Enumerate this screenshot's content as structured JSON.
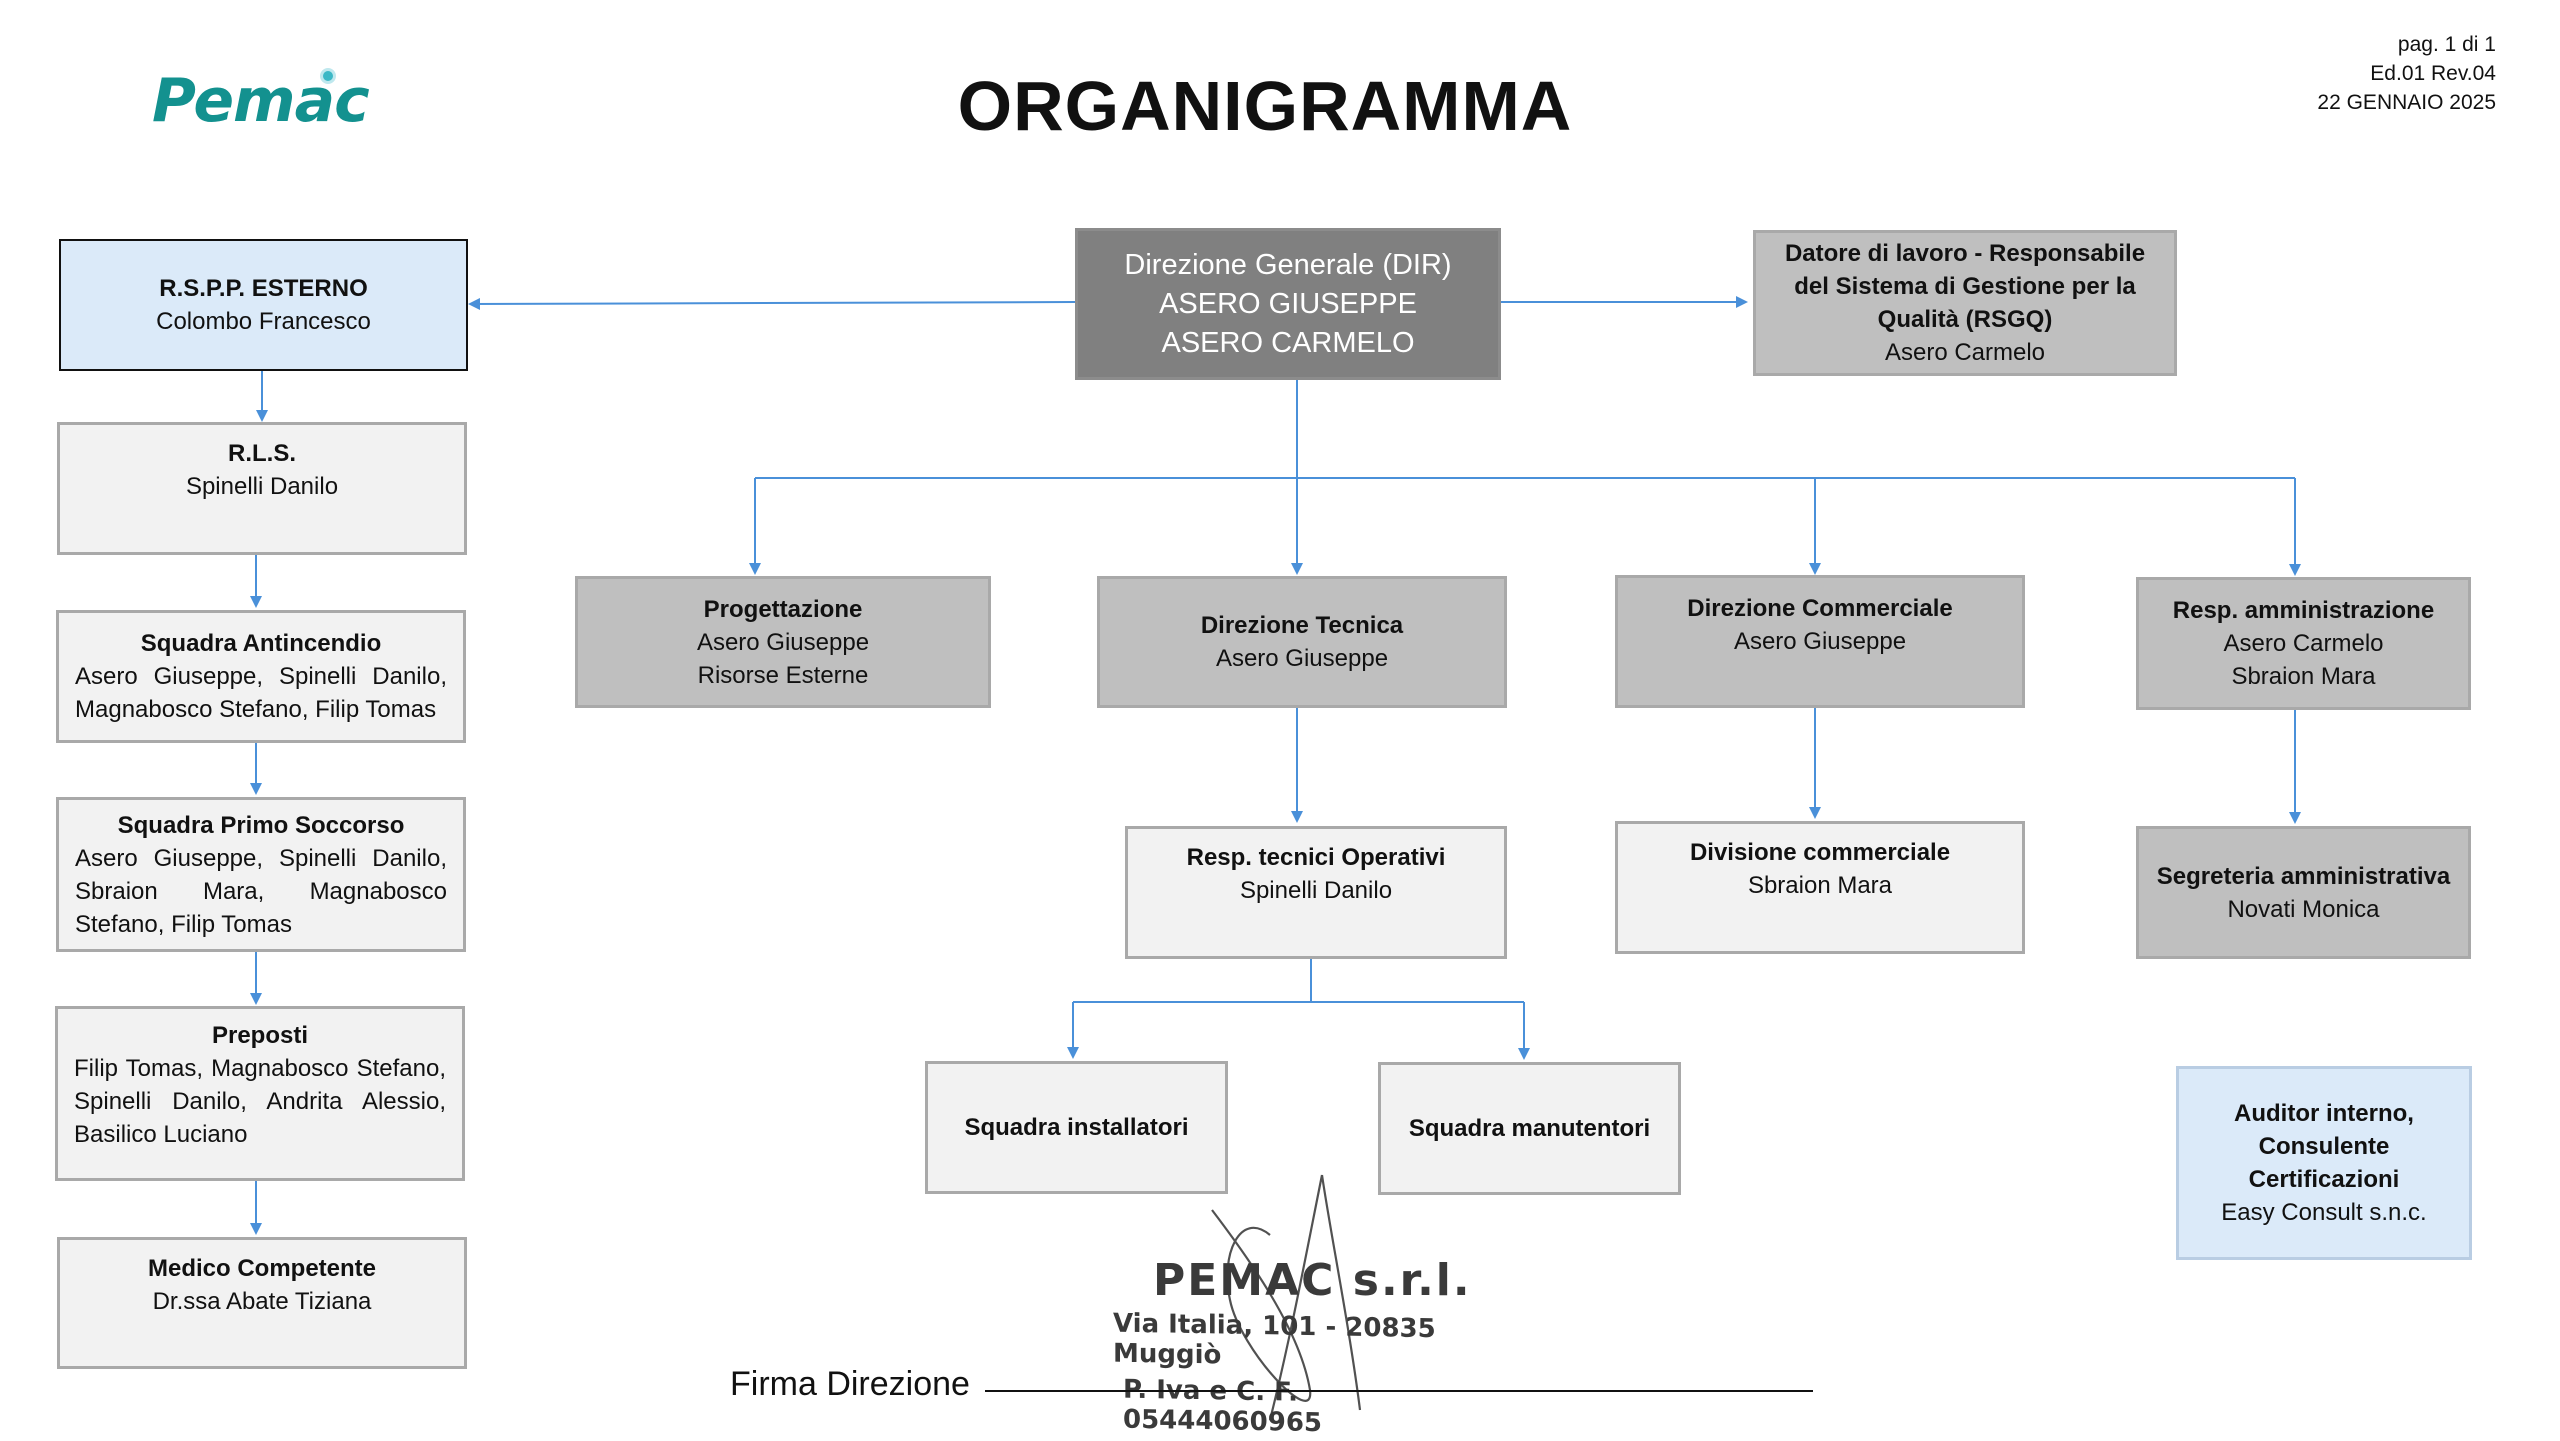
{
  "header": {
    "logo": "Pemac",
    "title": "ORGANIGRAMMA",
    "page": "pag. 1 di 1",
    "edition": "Ed.01 Rev.04",
    "date": "22 GENNAIO 2025"
  },
  "boxes": {
    "dir": {
      "title": "Direzione Generale (DIR)",
      "lines": [
        "ASERO GIUSEPPE",
        "ASERO CARMELO"
      ]
    },
    "datore": {
      "title": "Datore di lavoro - Responsabile del Sistema di Gestione per la Qualità (RSGQ)",
      "name": "Asero Carmelo"
    },
    "rspp": {
      "title": "R.S.P.P. ESTERNO",
      "name": "Colombo Francesco"
    },
    "rls": {
      "title": "R.L.S.",
      "name": "Spinelli Danilo"
    },
    "antincendio": {
      "title": "Squadra Antincendio",
      "name": "Asero Giuseppe, Spinelli Danilo, Magnabosco Stefano, Filip Tomas"
    },
    "primo_soccorso": {
      "title": "Squadra Primo Soccorso",
      "name": "Asero Giuseppe, Spinelli Danilo, Sbraion Mara, Magnabosco Stefano, Filip Tomas"
    },
    "preposti": {
      "title": "Preposti",
      "name": "Filip Tomas, Magnabosco Stefano, Spinelli Danilo, Andrita Alessio, Basilico Luciano"
    },
    "medico": {
      "title": "Medico Competente",
      "name": "Dr.ssa Abate Tiziana"
    },
    "progettazione": {
      "title": "Progettazione",
      "lines": [
        "Asero Giuseppe",
        "Risorse Esterne"
      ]
    },
    "dir_tecnica": {
      "title": "Direzione Tecnica",
      "name": "Asero Giuseppe"
    },
    "dir_commerciale": {
      "title": "Direzione Commerciale",
      "name": "Asero Giuseppe"
    },
    "resp_amm": {
      "title": "Resp. amministrazione",
      "lines": [
        "Asero Carmelo",
        "Sbraion Mara"
      ]
    },
    "resp_tecnici": {
      "title": "Resp. tecnici Operativi",
      "name": "Spinelli Danilo"
    },
    "div_commerciale": {
      "title": "Divisione commerciale",
      "name": "Sbraion Mara"
    },
    "segreteria": {
      "title": "Segreteria amministrativa",
      "name": "Novati Monica"
    },
    "installatori": {
      "title": "Squadra installatori"
    },
    "manutentori": {
      "title": "Squadra manutentori"
    },
    "auditor": {
      "title": "Auditor interno, Consulente Certificazioni",
      "name": "Easy Consult s.n.c."
    }
  },
  "stamp": {
    "company": "PEMAC s.r.l.",
    "address": "Via Italia, 101 - 20835 Muggiò",
    "vat": "P. Iva e C. F. 05444060965"
  },
  "signature_label": "Firma Direzione",
  "colors": {
    "connector": "#4a90d9",
    "dark_box": "#808080",
    "mid_box": "#bfbfbf",
    "light_box": "#f2f2f2",
    "blue_box": "#dbeaf9",
    "logo": "#13918f"
  }
}
